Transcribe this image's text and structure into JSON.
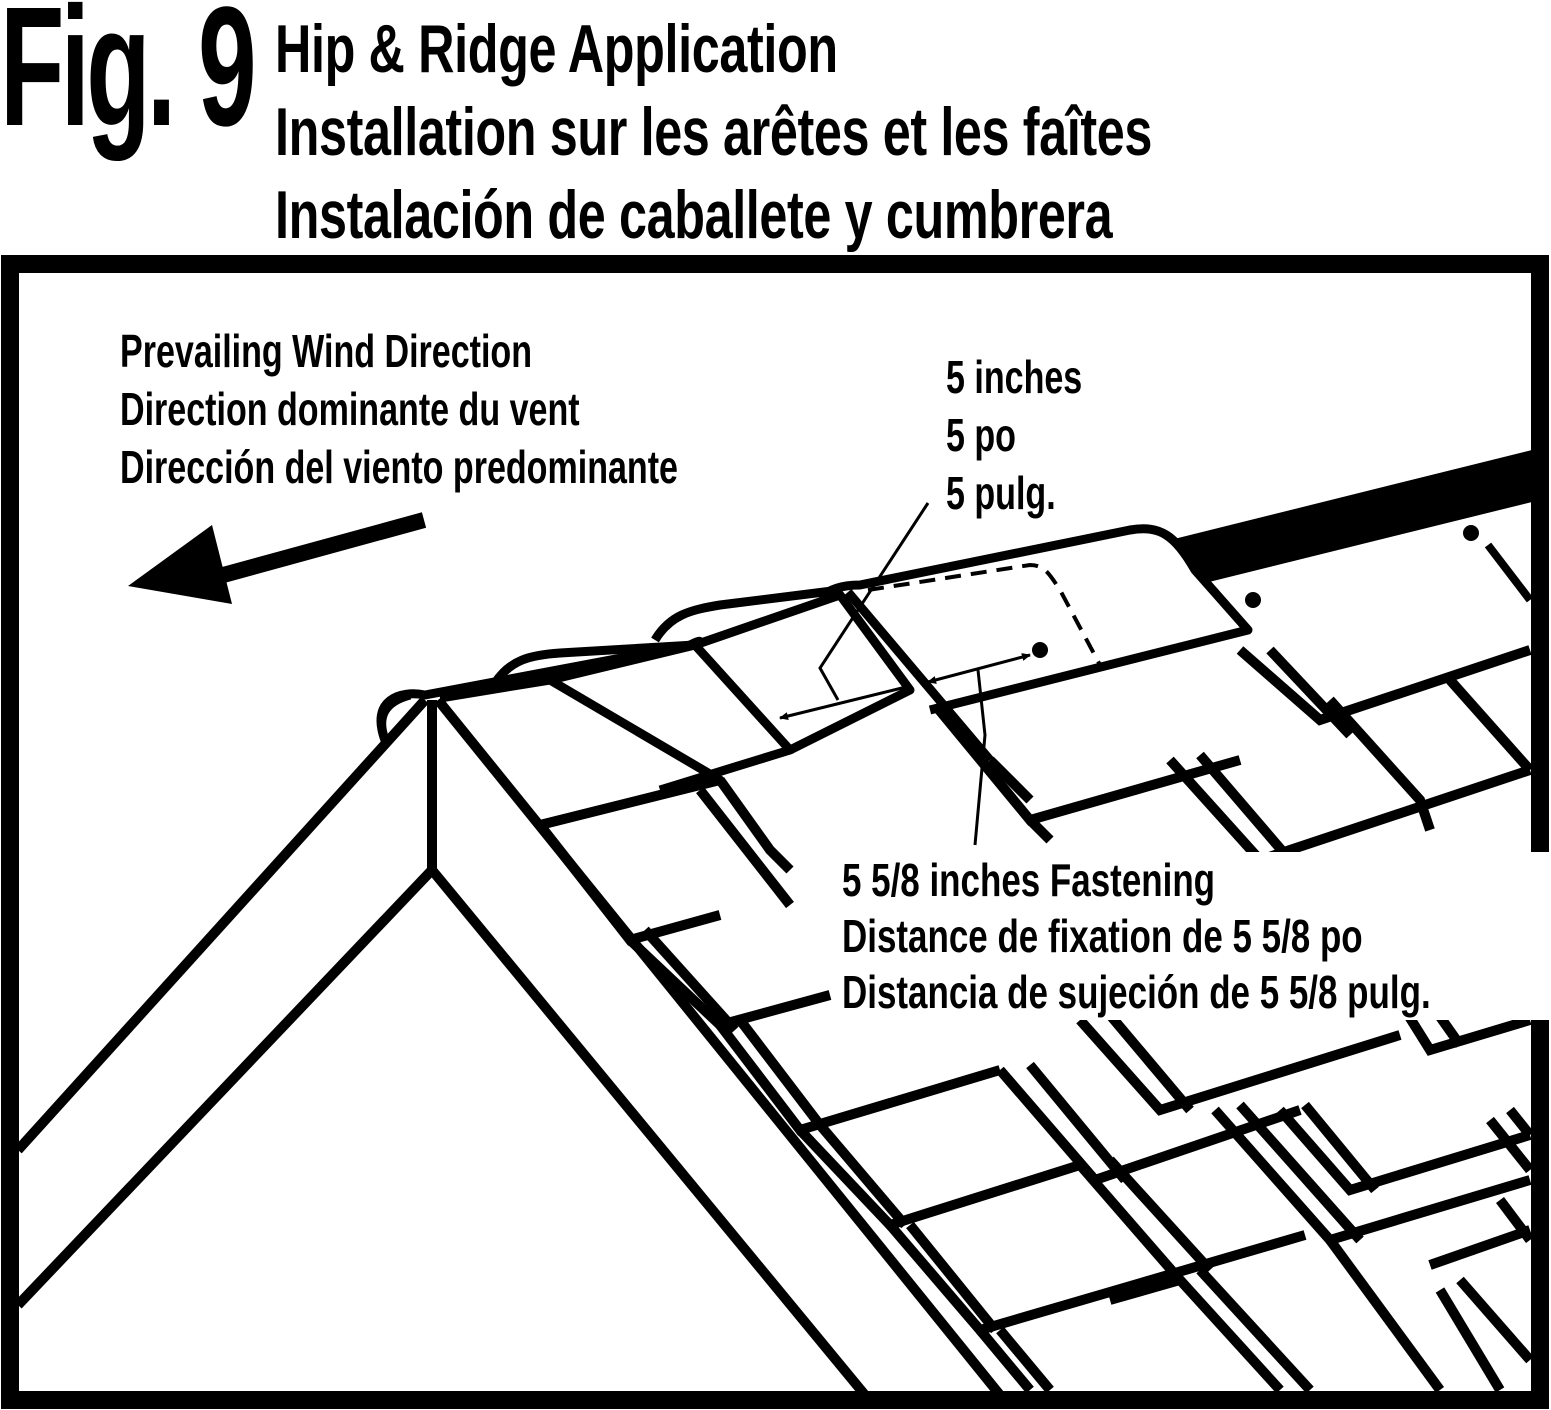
{
  "figure": {
    "label": "Fig. 9",
    "titles": [
      "Hip & Ridge Application",
      "Installation sur les arêtes et les faîtes",
      "Instalación de caballete y cumbrera"
    ]
  },
  "diagram": {
    "wind_direction": {
      "lines": [
        "Prevailing Wind Direction",
        "Direction dominante du vent",
        "Dirección del viento predominante"
      ],
      "arrow_icon": "arrow-left-down-icon"
    },
    "exposure": {
      "lines": [
        "5 inches",
        "5 po",
        "5 pulg."
      ]
    },
    "fastening": {
      "lines": [
        "5 5/8 inches Fastening",
        "Distance de fixation de 5 5/8 po",
        "Distancia de sujeción de 5 5/8 pulg."
      ]
    },
    "colors": {
      "ink": "#000000",
      "paper": "#ffffff"
    }
  }
}
